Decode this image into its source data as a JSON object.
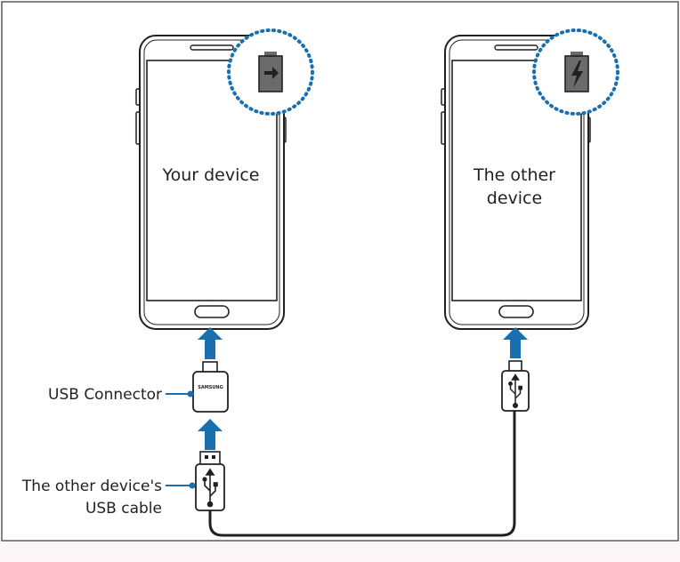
{
  "devices": {
    "left_label": "Your device",
    "right_label_line1": "The other",
    "right_label_line2": "device"
  },
  "accessories": {
    "connector_label": "USB Connector",
    "connector_brand": "SAMSUNG",
    "cable_label_line1": "The other device's",
    "cable_label_line2": "USB cable"
  },
  "colors": {
    "arrow": "#1a6fae",
    "battery_ring": "#1a6fae",
    "outline": "#231f20",
    "frame": "#5a5a5a"
  },
  "icons": [
    "battery-charging-out-icon",
    "battery-charging-in-icon",
    "usb-icon",
    "arrow-up-icon"
  ]
}
